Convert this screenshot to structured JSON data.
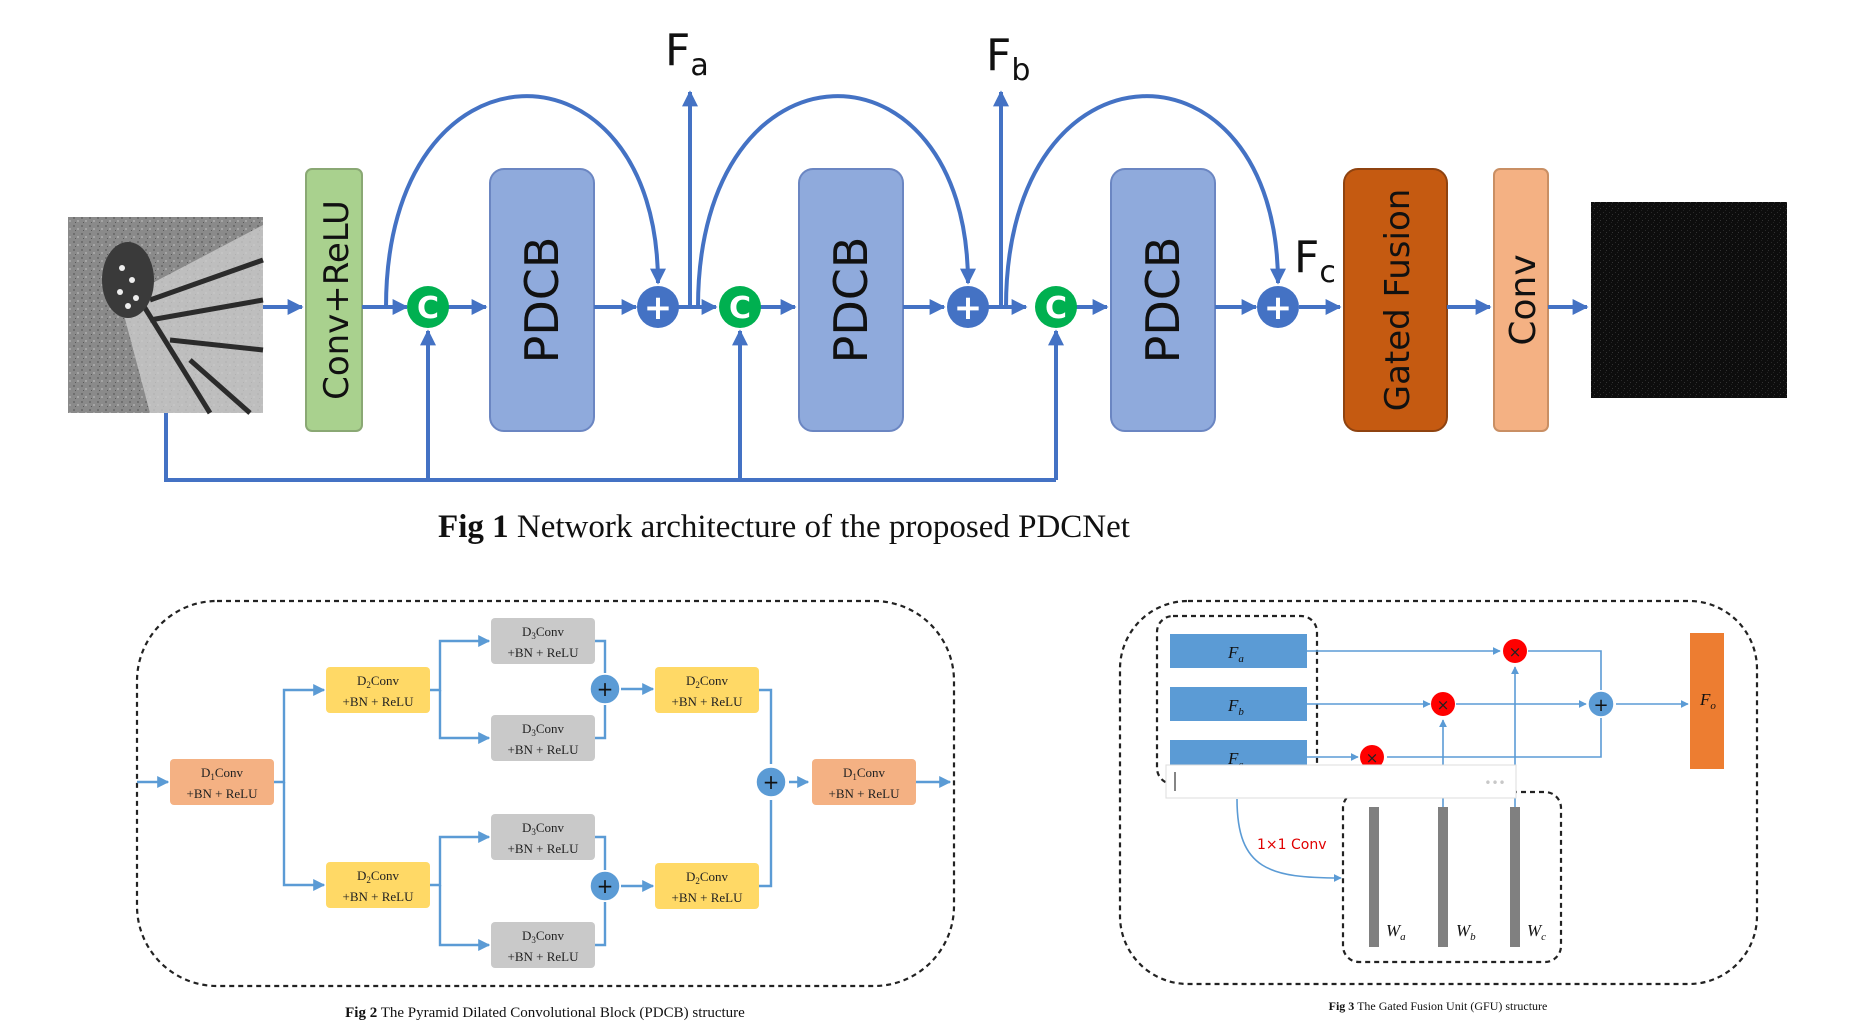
{
  "fig1": {
    "blocks": {
      "conv_relu": "Conv+ReLU",
      "pdcb": "PDCB",
      "gated_fusion": "Gated Fusion",
      "conv": "Conv"
    },
    "concat_symbol": "C",
    "add_symbol": "+",
    "features": {
      "fa": {
        "main": "F",
        "sub": "a"
      },
      "fb": {
        "main": "F",
        "sub": "b"
      },
      "fc": {
        "main": "F",
        "sub": "c"
      }
    },
    "caption": {
      "label": "Fig 1",
      "text": " Network architecture of the proposed PDCNet"
    }
  },
  "fig2": {
    "d1_conv": {
      "main": "D",
      "sub": "1",
      "suffix": "Conv",
      "line2": "+BN + ReLU"
    },
    "d2_conv": {
      "main": "D",
      "sub": "2",
      "suffix": "Conv",
      "line2": "+BN + ReLU"
    },
    "d3_conv": {
      "main": "D",
      "sub": "3",
      "suffix": "Conv",
      "line2": "+BN + ReLU"
    },
    "add_symbol": "+",
    "caption": {
      "label": "Fig 2",
      "text": " The Pyramid Dilated Convolutional Block (PDCB) structure"
    }
  },
  "fig3": {
    "inputs": [
      {
        "main": "F",
        "sub": "a"
      },
      {
        "main": "F",
        "sub": "b"
      },
      {
        "main": "F",
        "sub": "c"
      }
    ],
    "output": {
      "main": "F",
      "sub": "o"
    },
    "weights": [
      {
        "main": "W",
        "sub": "a"
      },
      {
        "main": "W",
        "sub": "b"
      },
      {
        "main": "W",
        "sub": "c"
      }
    ],
    "conv_label": "1×1 Conv",
    "multiply_symbol": "×",
    "add_symbol": "+",
    "overlay_ellipsis": "•••",
    "caption": {
      "label": "Fig 3",
      "text": " The Gated Fusion Unit (GFU) structure"
    }
  },
  "colors": {
    "arrow": "#4472c4",
    "conv_relu": "#a9d18e",
    "pdcb": "#8faadc",
    "gated_fusion": "#c55a11",
    "conv": "#f4b183",
    "concat": "#00b050",
    "add": "#4472c4",
    "fig2_d1": "#f4b183",
    "fig2_d2": "#ffd966",
    "fig2_d3": "#c9c9c9",
    "fig3_input": "#5b9bd5",
    "fig3_output": "#ed7d31",
    "fig3_multiply": "#ff0000",
    "fig3_weight": "#808080"
  }
}
